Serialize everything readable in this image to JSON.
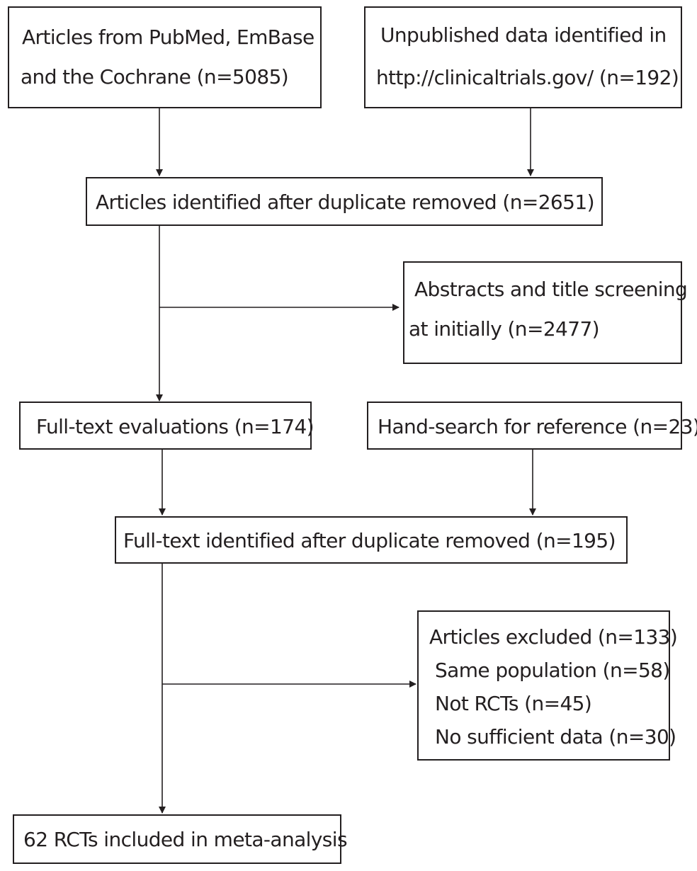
{
  "boxes": {
    "pubmed": {
      "lines": [
        "Articles from PubMed, EmBase",
        "and the Cochrane (n=5085)"
      ]
    },
    "trials": {
      "lines": [
        "Unpublished data identified in",
        "http://clinicaltrials.gov/ (n=192)"
      ]
    },
    "dedup": {
      "lines": [
        "Articles identified after duplicate removed (n=2651)"
      ]
    },
    "screening": {
      "lines": [
        "Abstracts and title screening",
        "at initially (n=2477)"
      ]
    },
    "fulltext": {
      "lines": [
        "Full-text evaluations (n=174)"
      ]
    },
    "handsearch": {
      "lines": [
        "Hand-search for reference (n=23)"
      ]
    },
    "fulltext_dedup": {
      "lines": [
        "Full-text identified after duplicate removed (n=195)"
      ]
    },
    "excluded": {
      "lines": [
        "Articles excluded (n=133)",
        "Same population (n=58)",
        "Not RCTs (n=45)",
        "No sufficient data (n=30)"
      ]
    },
    "included": {
      "lines": [
        "62 RCTs included in meta-analysis"
      ]
    }
  }
}
